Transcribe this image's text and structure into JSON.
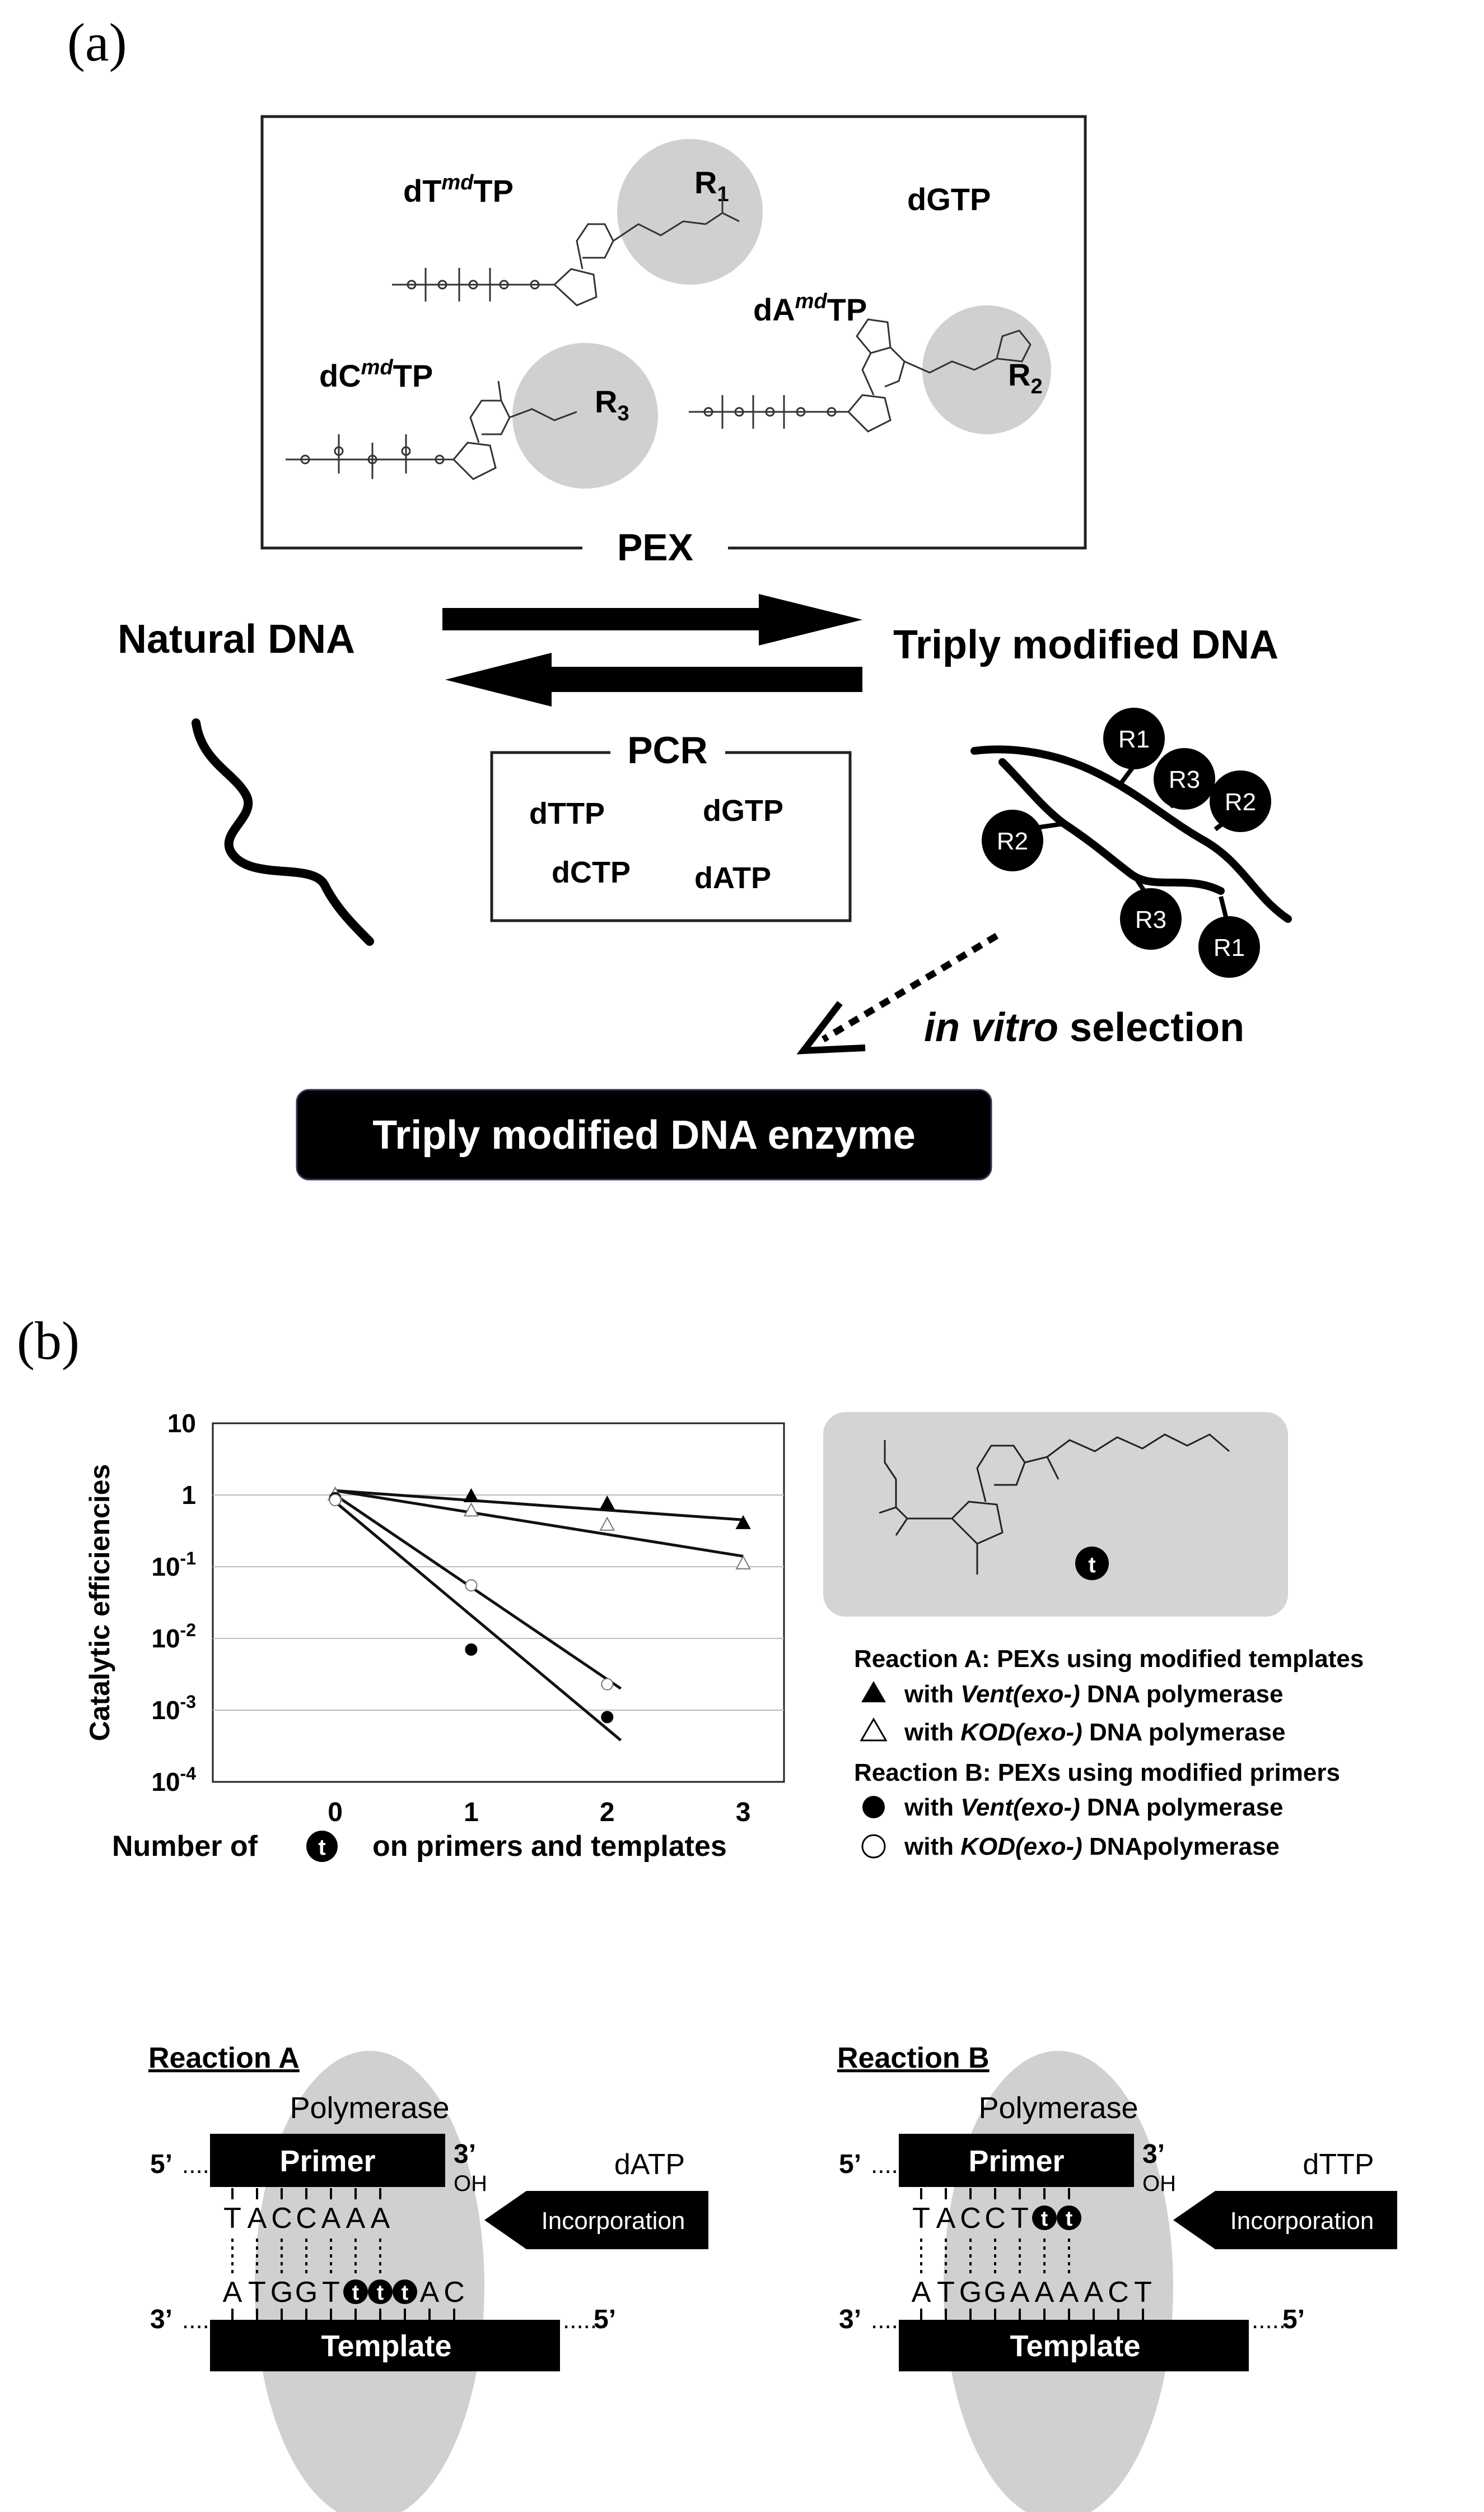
{
  "panel_a": {
    "label": "(a)",
    "pex_box": {
      "label": "PEX",
      "dT_base": "dT",
      "dT_sup": "md",
      "dT_tail": "TP",
      "dC_base": "dC",
      "dC_sup": "md",
      "dC_tail": "TP",
      "dA_base": "dA",
      "dA_sup": "md",
      "dA_tail": "TP",
      "dGTP": "dGTP",
      "r1": "R",
      "r1_sub": "1",
      "r2": "R",
      "r2_sub": "2",
      "r3": "R",
      "r3_sub": "3"
    },
    "natural_dna": "Natural DNA",
    "triply_modified_dna": "Triply modified DNA",
    "pcr_box": {
      "label": "PCR",
      "nucleotides": [
        "dTTP",
        "dGTP",
        "dCTP",
        "dATP"
      ]
    },
    "selection": {
      "italic": "in vitro",
      "plain": " selection"
    },
    "enzyme_label": "Triply modified DNA enzyme",
    "modified_dna_residues": [
      "R1",
      "R3",
      "R2",
      "R2",
      "R3",
      "R1"
    ]
  },
  "panel_b": {
    "label": "(b)",
    "structure_label": "t",
    "legend": {
      "reaction_a_title": "Reaction A: PEXs using modified templates",
      "reaction_b_title": "Reaction B: PEXs using modified primers",
      "items": [
        {
          "symbol": "filled-triangle",
          "prefix": "with ",
          "italic": "Vent(exo-)",
          "suffix": " DNA polymerase"
        },
        {
          "symbol": "open-triangle",
          "prefix": "with ",
          "italic": "KOD(exo-)",
          "suffix": " DNA polymerase"
        },
        {
          "symbol": "filled-circle",
          "prefix": "with ",
          "italic": "Vent(exo-)",
          "suffix": " DNA polymerase"
        },
        {
          "symbol": "open-circle",
          "prefix": "with ",
          "italic": "KOD(exo-)",
          "suffix": " DNApolymerase"
        }
      ]
    }
  },
  "chart_data": {
    "type": "scatter",
    "ylabel": "Catalytic efficiencies",
    "xlabel_before": "Number of",
    "xlabel_symbol": "t",
    "xlabel_after": "on primers and templates",
    "x_ticks": [
      "0",
      "1",
      "2",
      "3"
    ],
    "y_ticks": [
      "10",
      "1",
      "10-1",
      "10-2",
      "10-3",
      "10-4"
    ],
    "ylim_log10": [
      -4,
      1
    ],
    "y_scale": "log",
    "xlim": [
      -0.9,
      3.3
    ],
    "series": [
      {
        "marker": "filled-triangle",
        "x": [
          0,
          1,
          2,
          3
        ],
        "y": [
          1.0,
          0.95,
          0.75,
          0.4
        ],
        "fit": {
          "x": [
            0,
            3
          ],
          "y": [
            1.15,
            0.45
          ]
        }
      },
      {
        "marker": "open-triangle",
        "x": [
          0,
          1,
          2,
          3
        ],
        "y": [
          1.0,
          0.6,
          0.38,
          0.11
        ],
        "fit": {
          "x": [
            0,
            3
          ],
          "y": [
            1.15,
            0.14
          ]
        }
      },
      {
        "marker": "filled-circle",
        "x": [
          0,
          1,
          2
        ],
        "y": [
          0.9,
          0.007,
          0.0008
        ],
        "fit": {
          "x": [
            0,
            2.1
          ],
          "y": [
            0.8,
            0.00038
          ]
        }
      },
      {
        "marker": "open-circle",
        "x": [
          0,
          1,
          2
        ],
        "y": [
          0.85,
          0.055,
          0.0023
        ],
        "fit": {
          "x": [
            0,
            2.1
          ],
          "y": [
            1.0,
            0.002
          ]
        }
      }
    ]
  },
  "reactions": [
    {
      "title": "Reaction A",
      "polymerase": "Polymerase",
      "primer": "Primer",
      "template": "Template",
      "primer_5": "5’",
      "primer_3": "3’",
      "oh": "OH",
      "template_3": "3’",
      "template_5": "5’",
      "incoming": "dATP",
      "incorporation": "Incorporation",
      "top_strand": [
        "T",
        "A",
        "C",
        "C",
        "A",
        "A",
        "A"
      ],
      "top_t": [],
      "bottom_strand": [
        "A",
        "T",
        "G",
        "G",
        "T",
        "t",
        "t",
        "t",
        "A",
        "C"
      ],
      "bottom_t": [
        5,
        6,
        7
      ]
    },
    {
      "title": "Reaction B",
      "polymerase": "Polymerase",
      "primer": "Primer",
      "template": "Template",
      "primer_5": "5’",
      "primer_3": "3’",
      "oh": "OH",
      "template_3": "3’",
      "template_5": "5’",
      "incoming": "dTTP",
      "incorporation": "Incorporation",
      "top_strand": [
        "T",
        "A",
        "C",
        "C",
        "T",
        "t",
        "t"
      ],
      "top_t": [
        5,
        6
      ],
      "bottom_strand": [
        "A",
        "T",
        "G",
        "G",
        "A",
        "A",
        "A",
        "A",
        "C",
        "T"
      ],
      "bottom_t": []
    }
  ]
}
